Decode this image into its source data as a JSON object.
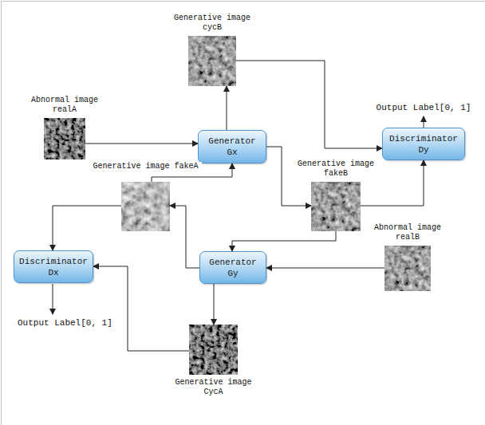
{
  "diagram": {
    "nodes": [
      {
        "text": [
          "Generative image cycB"
        ]
      },
      {
        "text": [
          "Abnormal image realA"
        ]
      },
      {
        "text": [
          "Generator Gx"
        ]
      },
      {
        "text": [
          "Discriminator Dy"
        ]
      },
      {
        "text": [
          "Generative image fakeA"
        ]
      },
      {
        "text": [
          "Generative image fakeB"
        ]
      },
      {
        "text": [
          "Abnormal image realB"
        ]
      },
      {
        "text": [
          "Discriminator Dx"
        ]
      },
      {
        "text": [
          "Generator Gy"
        ]
      },
      {
        "text": [
          "Generative image CycA"
        ]
      }
    ],
    "edges": [
      {
        "from": 1,
        "to": 2,
        "arrow": "to"
      },
      {
        "from": 2,
        "to": 0,
        "arrow": "to"
      },
      {
        "from": 0,
        "to": 3,
        "arrow": "to"
      },
      {
        "from": 2,
        "to": 5,
        "arrow": "to"
      },
      {
        "from": 5,
        "to": 3,
        "arrow": "to"
      },
      {
        "from": 4,
        "to": 2,
        "arrow": "to"
      },
      {
        "from": 5,
        "to": 8,
        "arrow": "to"
      },
      {
        "from": 6,
        "to": 8,
        "arrow": "to"
      },
      {
        "from": 8,
        "to": 4,
        "arrow": "to"
      },
      {
        "from": 4,
        "to": 7,
        "arrow": "to"
      },
      {
        "from": 8,
        "to": 9,
        "arrow": "to"
      },
      {
        "from": 9,
        "to": 7,
        "arrow": "to"
      }
    ],
    "labels": [
      "Output Label[0, 1]",
      "Output Label[0, 1]"
    ]
  }
}
